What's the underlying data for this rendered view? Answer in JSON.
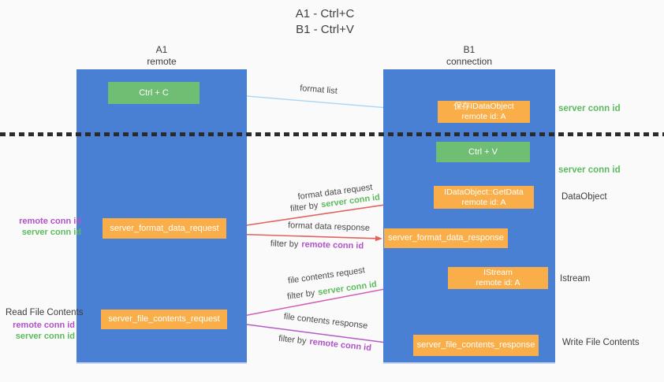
{
  "title": {
    "line1": "A1 - Ctrl+C",
    "line2": "B1 - Ctrl+V"
  },
  "lanes": {
    "left": {
      "name": "A1",
      "subtitle": "remote"
    },
    "right": {
      "name": "B1",
      "subtitle": "connection"
    }
  },
  "nodes": {
    "ctrl_c": {
      "label": "Ctrl + C"
    },
    "ctrl_v": {
      "label": "Ctrl + V"
    },
    "save_dataobject": {
      "line1": "保存IDataObject",
      "line2": "remote id: A"
    },
    "getdata": {
      "line1": "IDataObject::GetData",
      "line2": "remote id: A"
    },
    "istream": {
      "line1": "IStream",
      "line2": "remote id: A"
    },
    "format_request": {
      "label": "server_format_data_request"
    },
    "format_response": {
      "label": "server_format_data_response"
    },
    "file_request": {
      "label": "server_file_contents_request"
    },
    "file_response": {
      "label": "server_file_contents_response"
    }
  },
  "side_labels": {
    "server_conn_id_top": "server conn id",
    "server_conn_id_mid": "server conn id",
    "dataobject": "DataObject",
    "istream": "Istream",
    "write_file_contents": "Write File Contents",
    "read_file_contents": "Read File Contents",
    "left_pair_1": {
      "remote": "remote conn id",
      "server": "server conn id"
    },
    "left_pair_2": {
      "remote": "remote conn id",
      "server": "server conn id"
    }
  },
  "arrows": {
    "format_list": {
      "label": "format list"
    },
    "format_data_request": {
      "label": "format data request",
      "filter_prefix": "filter by",
      "filter_value": "server conn id"
    },
    "format_data_response": {
      "label": "format data response",
      "filter_prefix": "filter by",
      "filter_value": "remote conn id"
    },
    "file_contents_request": {
      "label": "file contents request",
      "filter_prefix": "filter by",
      "filter_value": "server conn id"
    },
    "file_contents_response": {
      "label": "file contents response",
      "filter_prefix": "filter by",
      "filter_value": "remote conn id"
    }
  },
  "colors": {
    "lane_blue": "#4a80d4",
    "box_green": "#6fbe74",
    "box_orange": "#f9ae49",
    "arrow_light_blue": "#a9d5f5",
    "arrow_red": "#e2635e",
    "arrow_black": "#1f1f1f",
    "arrow_pink": "#d45cb8",
    "arrow_purple": "#b55ac8",
    "text_green": "#5cbb5f",
    "text_purple": "#b153c7",
    "text_dark": "#3f3f3f"
  }
}
